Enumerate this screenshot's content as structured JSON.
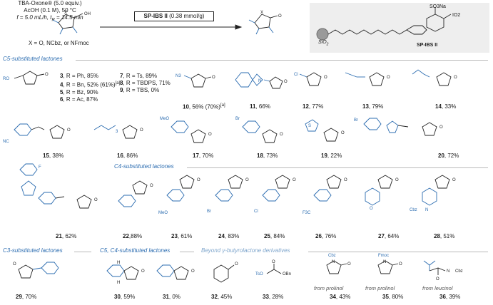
{
  "header": {
    "reagent_top": "TBA-Oxone® (5.0 equiv.)",
    "reagent_box_name": "SP-IBS II",
    "reagent_box_loading": " (0.38 mmol/g)",
    "cond_solvent": "AcOH (0.1 M), 50 °C",
    "cond_flow": "f = 5.0 mL/h, t",
    "cond_flow_sub": "R",
    "cond_flow_end": " = 14.5 min",
    "x_note": "X = O, NCbz, or NFmoc",
    "reagent_label": "SP-IBS II",
    "support_label": "SiO",
    "support_sub": "2",
    "so3na": "SO3Na",
    "io2": "IO2"
  },
  "sections": {
    "c5": "C5-substituted lactones",
    "c4": "C4-substituted lactones",
    "c3": "C3-substituted lactones",
    "c5c4": "C5, C4-substituted lactones",
    "beyond": "Beyond γ-butyrolactone derivatives"
  },
  "r_list": [
    {
      "num": "3",
      "text": ", R = Ph, 85%"
    },
    {
      "num": "4",
      "text": ", R = Bn, 52% (61%)",
      "sup": "[a]"
    },
    {
      "num": "5",
      "text": ", R = Bz, 90%"
    },
    {
      "num": "6",
      "text": ", R = Ac, 87%"
    },
    {
      "num": "7",
      "text": ", R = Ts, 89%"
    },
    {
      "num": "8",
      "text": ", R = TBDPS, 71%"
    },
    {
      "num": "9",
      "text": ", R = TBS, 0%"
    }
  ],
  "compounds": [
    {
      "num": "10",
      "text": ", 56% (70%)",
      "sup": "[a]"
    },
    {
      "num": "11",
      "text": ", 66%"
    },
    {
      "num": "12",
      "text": ", 77%"
    },
    {
      "num": "13",
      "text": ", 79%"
    },
    {
      "num": "14",
      "text": ", 33%"
    },
    {
      "num": "15",
      "text": ", 38%"
    },
    {
      "num": "16",
      "text": ", 86%"
    },
    {
      "num": "17",
      "text": ", 70%"
    },
    {
      "num": "18",
      "text": ", 73%"
    },
    {
      "num": "19",
      "text": ", 22%"
    },
    {
      "num": "20",
      "text": ", 72%"
    },
    {
      "num": "21",
      "text": ", 62%"
    },
    {
      "num": "22",
      "text": ",88%"
    },
    {
      "num": "23",
      "text": ", 61%"
    },
    {
      "num": "24",
      "text": ", 83%"
    },
    {
      "num": "25",
      "text": ", 84%"
    },
    {
      "num": "26",
      "text": ", 76%"
    },
    {
      "num": "27",
      "text": ", 64%"
    },
    {
      "num": "28",
      "text": ", 51%"
    },
    {
      "num": "29",
      "text": ", 70%"
    },
    {
      "num": "30",
      "text": ", 59%"
    },
    {
      "num": "31",
      "text": ", 0%"
    },
    {
      "num": "32",
      "text": ", 45%"
    },
    {
      "num": "33",
      "text": ", 28%"
    },
    {
      "num": "34",
      "text": ", 43%"
    },
    {
      "num": "35",
      "text": ", 80%"
    },
    {
      "num": "36",
      "text": ", 39%"
    }
  ],
  "sources": {
    "s34": "from prolinol",
    "s35": "from prolinol",
    "s36": "from leucinol"
  },
  "atoms": {
    "O": "O",
    "X": "X",
    "OH": "OH",
    "RO": "RO",
    "N3": "N3",
    "N": "N",
    "Cl": "Cl",
    "NC": "NC",
    "MeO": "MeO",
    "Br": "Br",
    "S": "S",
    "F": "F",
    "Cl2": "Cl",
    "F3C": "F3C",
    "Cbz": "Cbz",
    "Fmoc": "Fmoc",
    "Ts": "TsO",
    "OBn": "OBn",
    "H": "H",
    "sub3": "3"
  }
}
